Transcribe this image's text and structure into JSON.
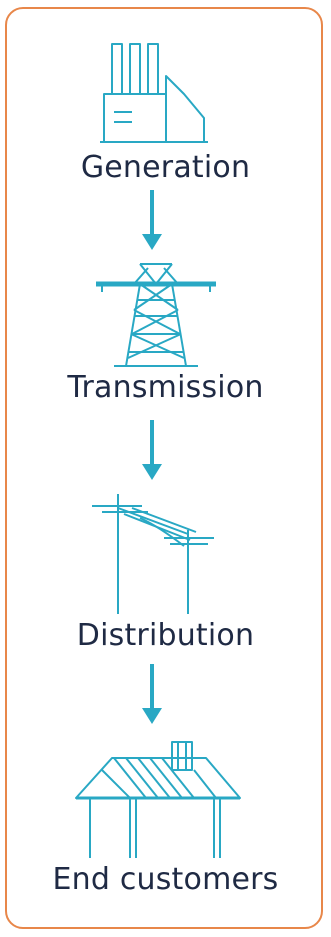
{
  "colors": {
    "border": "#e8874a",
    "icon": "#29a8c4",
    "text": "#1f2a44"
  },
  "stages": [
    {
      "label": "Generation",
      "icon": "factory-icon"
    },
    {
      "label": "Transmission",
      "icon": "transmission-tower-icon"
    },
    {
      "label": "Distribution",
      "icon": "distribution-pole-icon"
    },
    {
      "label": "End customers",
      "icon": "house-icon"
    }
  ]
}
